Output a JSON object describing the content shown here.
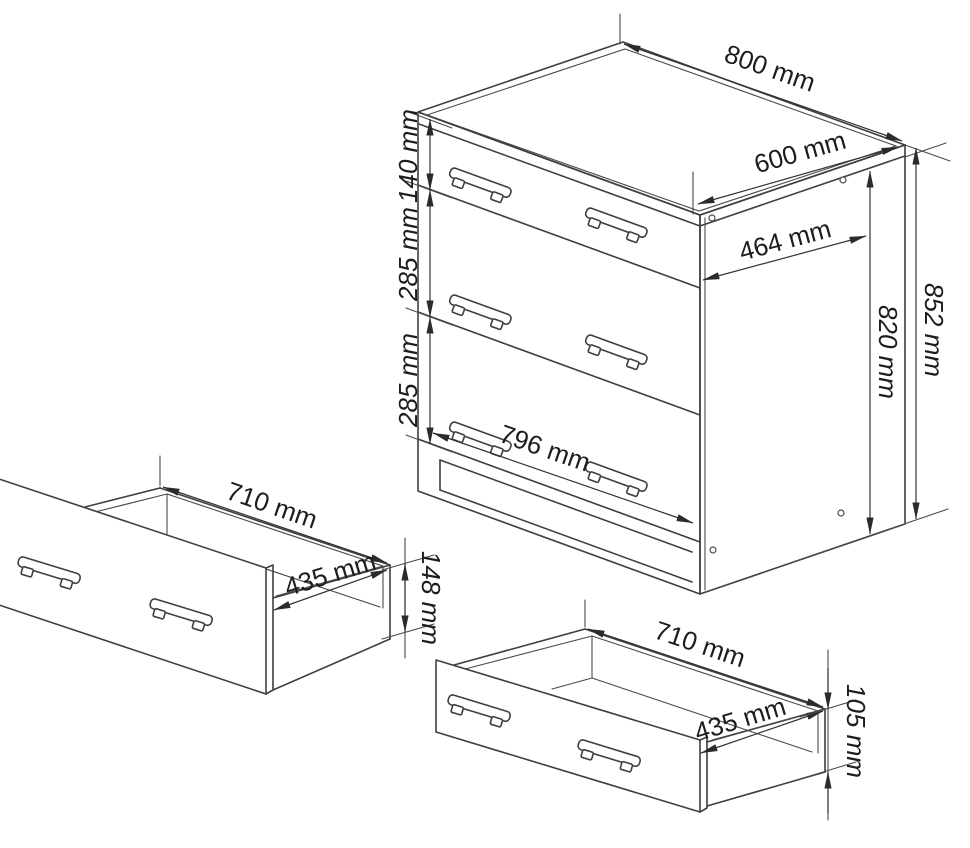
{
  "diagram_title": "Chest of drawers dimension drawing",
  "units": "mm",
  "colors": {
    "background": "#ffffff",
    "line": "#3f3f3f",
    "dimension_line": "#333333",
    "text": "#1d1d1d"
  },
  "cabinet": {
    "description": "3-drawer cabinet, two handles per drawer",
    "drawer_count": 3,
    "top_width": "800 mm",
    "top_depth": "600 mm",
    "side_depth": "464 mm",
    "total_height": "852 mm",
    "carcass_height": "820 mm",
    "section_top": "140 mm",
    "section_middle": "285 mm",
    "section_bottom": "285 mm",
    "front_width": "796 mm"
  },
  "drawer_large": {
    "description": "Extracted deep drawer box (bottom-left view)",
    "width": "710 mm",
    "depth": "435 mm",
    "front_height": "148 mm"
  },
  "drawer_small": {
    "description": "Extracted shallow drawer box (bottom-right view)",
    "width": "710 mm",
    "depth": "435 mm",
    "front_height": "105 mm"
  }
}
